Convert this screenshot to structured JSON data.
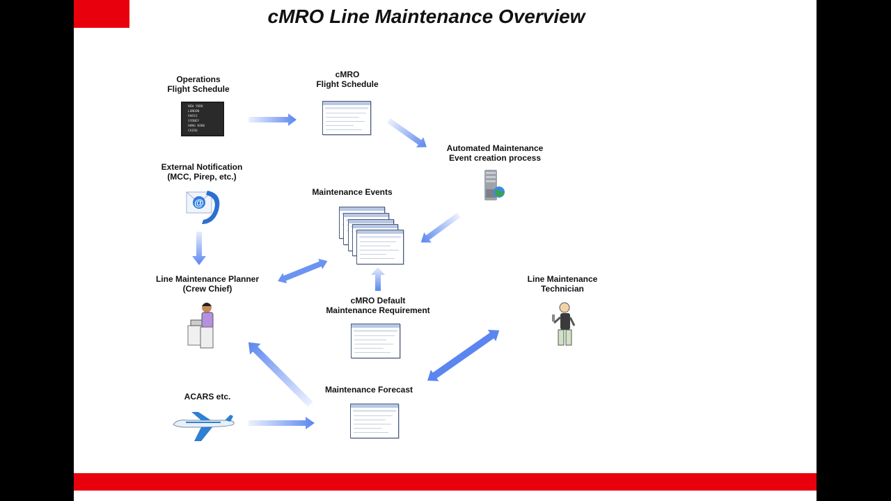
{
  "title": "cMRO Line Maintenance Overview",
  "labels": {
    "ops_schedule": [
      "Operations",
      "Flight Schedule"
    ],
    "cmro_schedule": [
      "cMRO",
      "Flight Schedule"
    ],
    "auto_event": [
      "Automated Maintenance",
      "Event creation process"
    ],
    "external_notification": [
      "External Notification",
      "(MCC, Pirep, etc.)"
    ],
    "maintenance_events": "Maintenance Events",
    "planner": [
      "Line Maintenance Planner",
      "(Crew Chief)"
    ],
    "technician": [
      "Line Maintenance",
      "Technician"
    ],
    "default_requirement": [
      "cMRO Default",
      "Maintenance Requirement"
    ],
    "forecast": "Maintenance Forecast",
    "acars": "ACARS etc."
  },
  "board_rows": [
    "NEW YORK",
    "LONDON",
    "PARIS",
    "SYDNEY",
    "HONG KONG",
    "CAIRO"
  ],
  "colors": {
    "accent_red": "#e8000d",
    "arrow_blue": "#5b86f0"
  }
}
